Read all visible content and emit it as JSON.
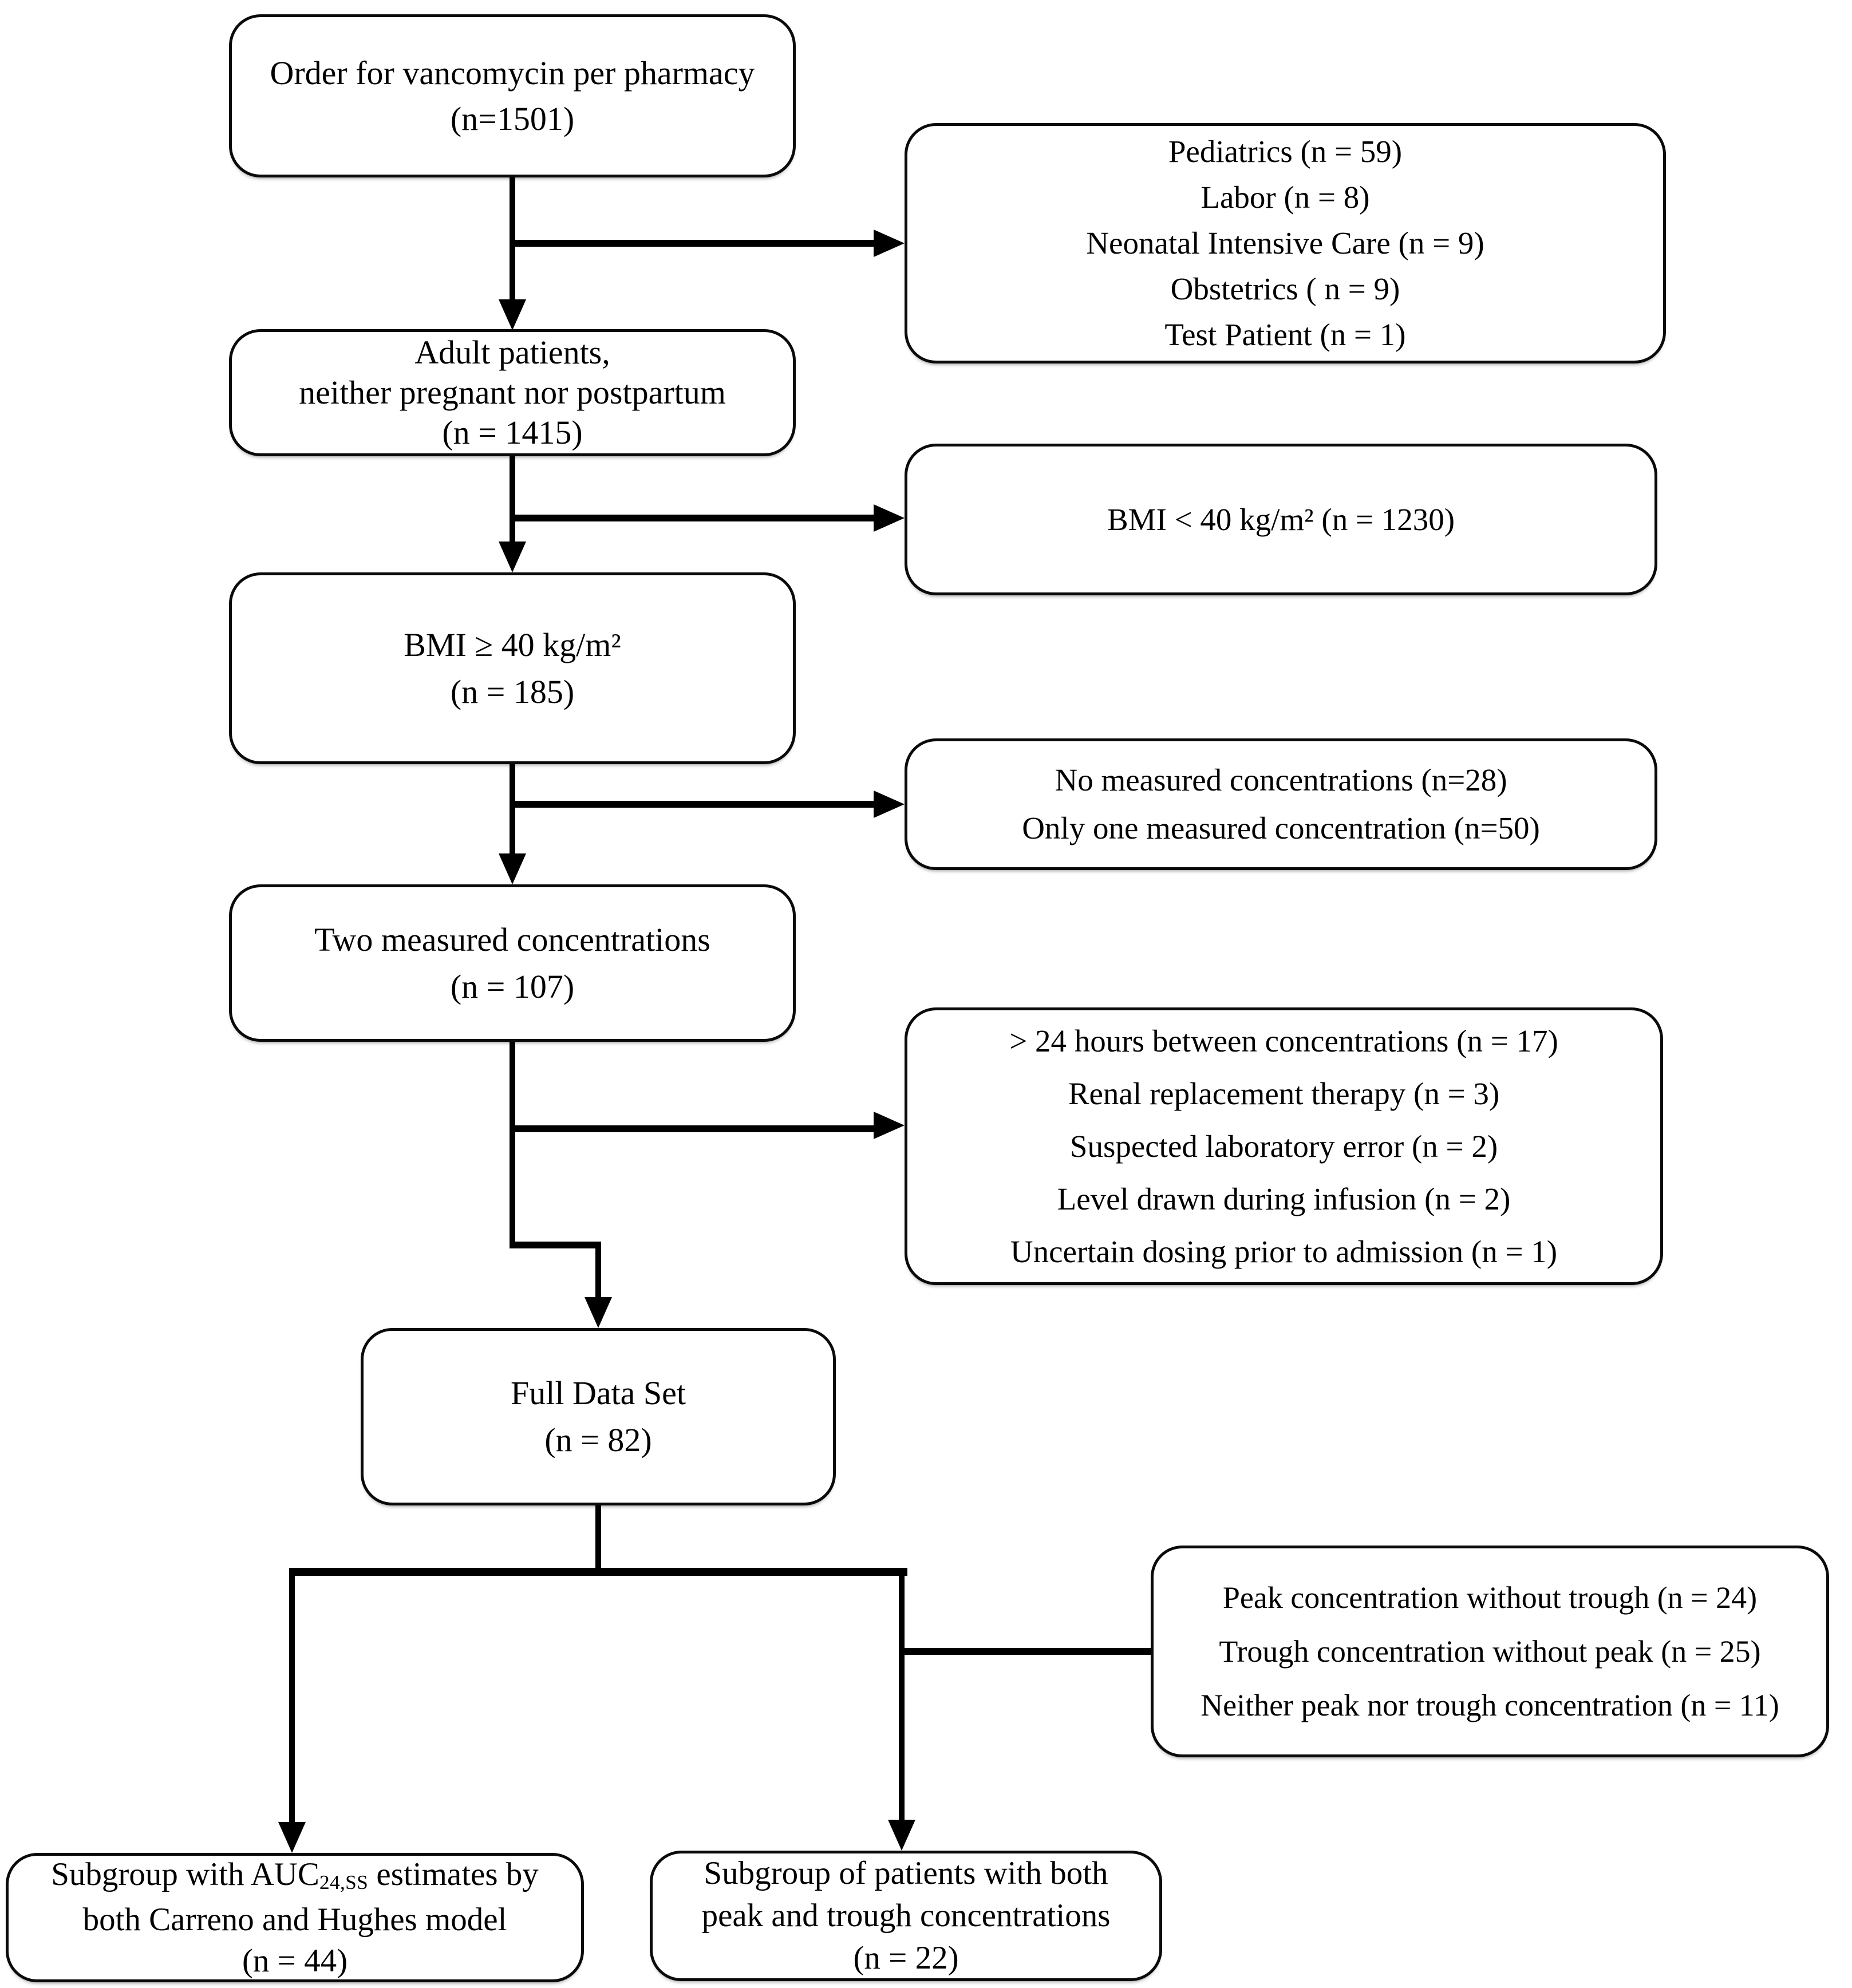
{
  "colors": {
    "background": "#ffffff",
    "box_border": "#0a0a0a",
    "line": "#000000",
    "text": "#000000"
  },
  "nodes": {
    "order": {
      "lines": [
        "Order for vancomycin per pharmacy",
        "(n=1501)"
      ]
    },
    "excl1": {
      "lines": [
        "Pediatrics (n = 59)",
        "Labor (n = 8)",
        "Neonatal Intensive Care (n = 9)",
        "Obstetrics ( n = 9)",
        "Test Patient (n = 1)"
      ]
    },
    "adult": {
      "lines": [
        "Adult patients,",
        "neither pregnant nor postpartum",
        "(n = 1415)"
      ]
    },
    "excl2": {
      "lines": [
        "BMI < 40 kg/m² (n = 1230)"
      ]
    },
    "bmi40": {
      "lines": [
        "BMI ≥ 40 kg/m²",
        "(n = 185)"
      ]
    },
    "excl3": {
      "lines": [
        "No measured concentrations (n=28)",
        "Only one measured concentration (n=50)"
      ]
    },
    "twoconc": {
      "lines": [
        "Two measured concentrations",
        "(n = 107)"
      ]
    },
    "excl4": {
      "lines": [
        "> 24 hours between concentrations (n = 17)",
        "Renal replacement therapy (n = 3)",
        "Suspected laboratory error (n = 2)",
        "Level drawn during infusion (n = 2)",
        "Uncertain dosing prior to admission (n = 1)"
      ]
    },
    "fulldata": {
      "lines": [
        "Full Data Set",
        "(n = 82)"
      ]
    },
    "excl5": {
      "lines": [
        "Peak concentration without trough (n = 24)",
        "Trough concentration without peak (n = 25)",
        "Neither peak nor trough concentration (n = 11)"
      ]
    },
    "subgroup_auc": {
      "line1_pre": "Subgroup with AUC",
      "line1_sub": "24,SS",
      "line1_post": " estimates by",
      "line2": "both Carreno and Hughes model",
      "line3": "(n = 44)"
    },
    "subgroup_peak": {
      "lines": [
        "Subgroup of patients with both",
        "peak and trough concentrations",
        "(n = 22)"
      ]
    }
  }
}
